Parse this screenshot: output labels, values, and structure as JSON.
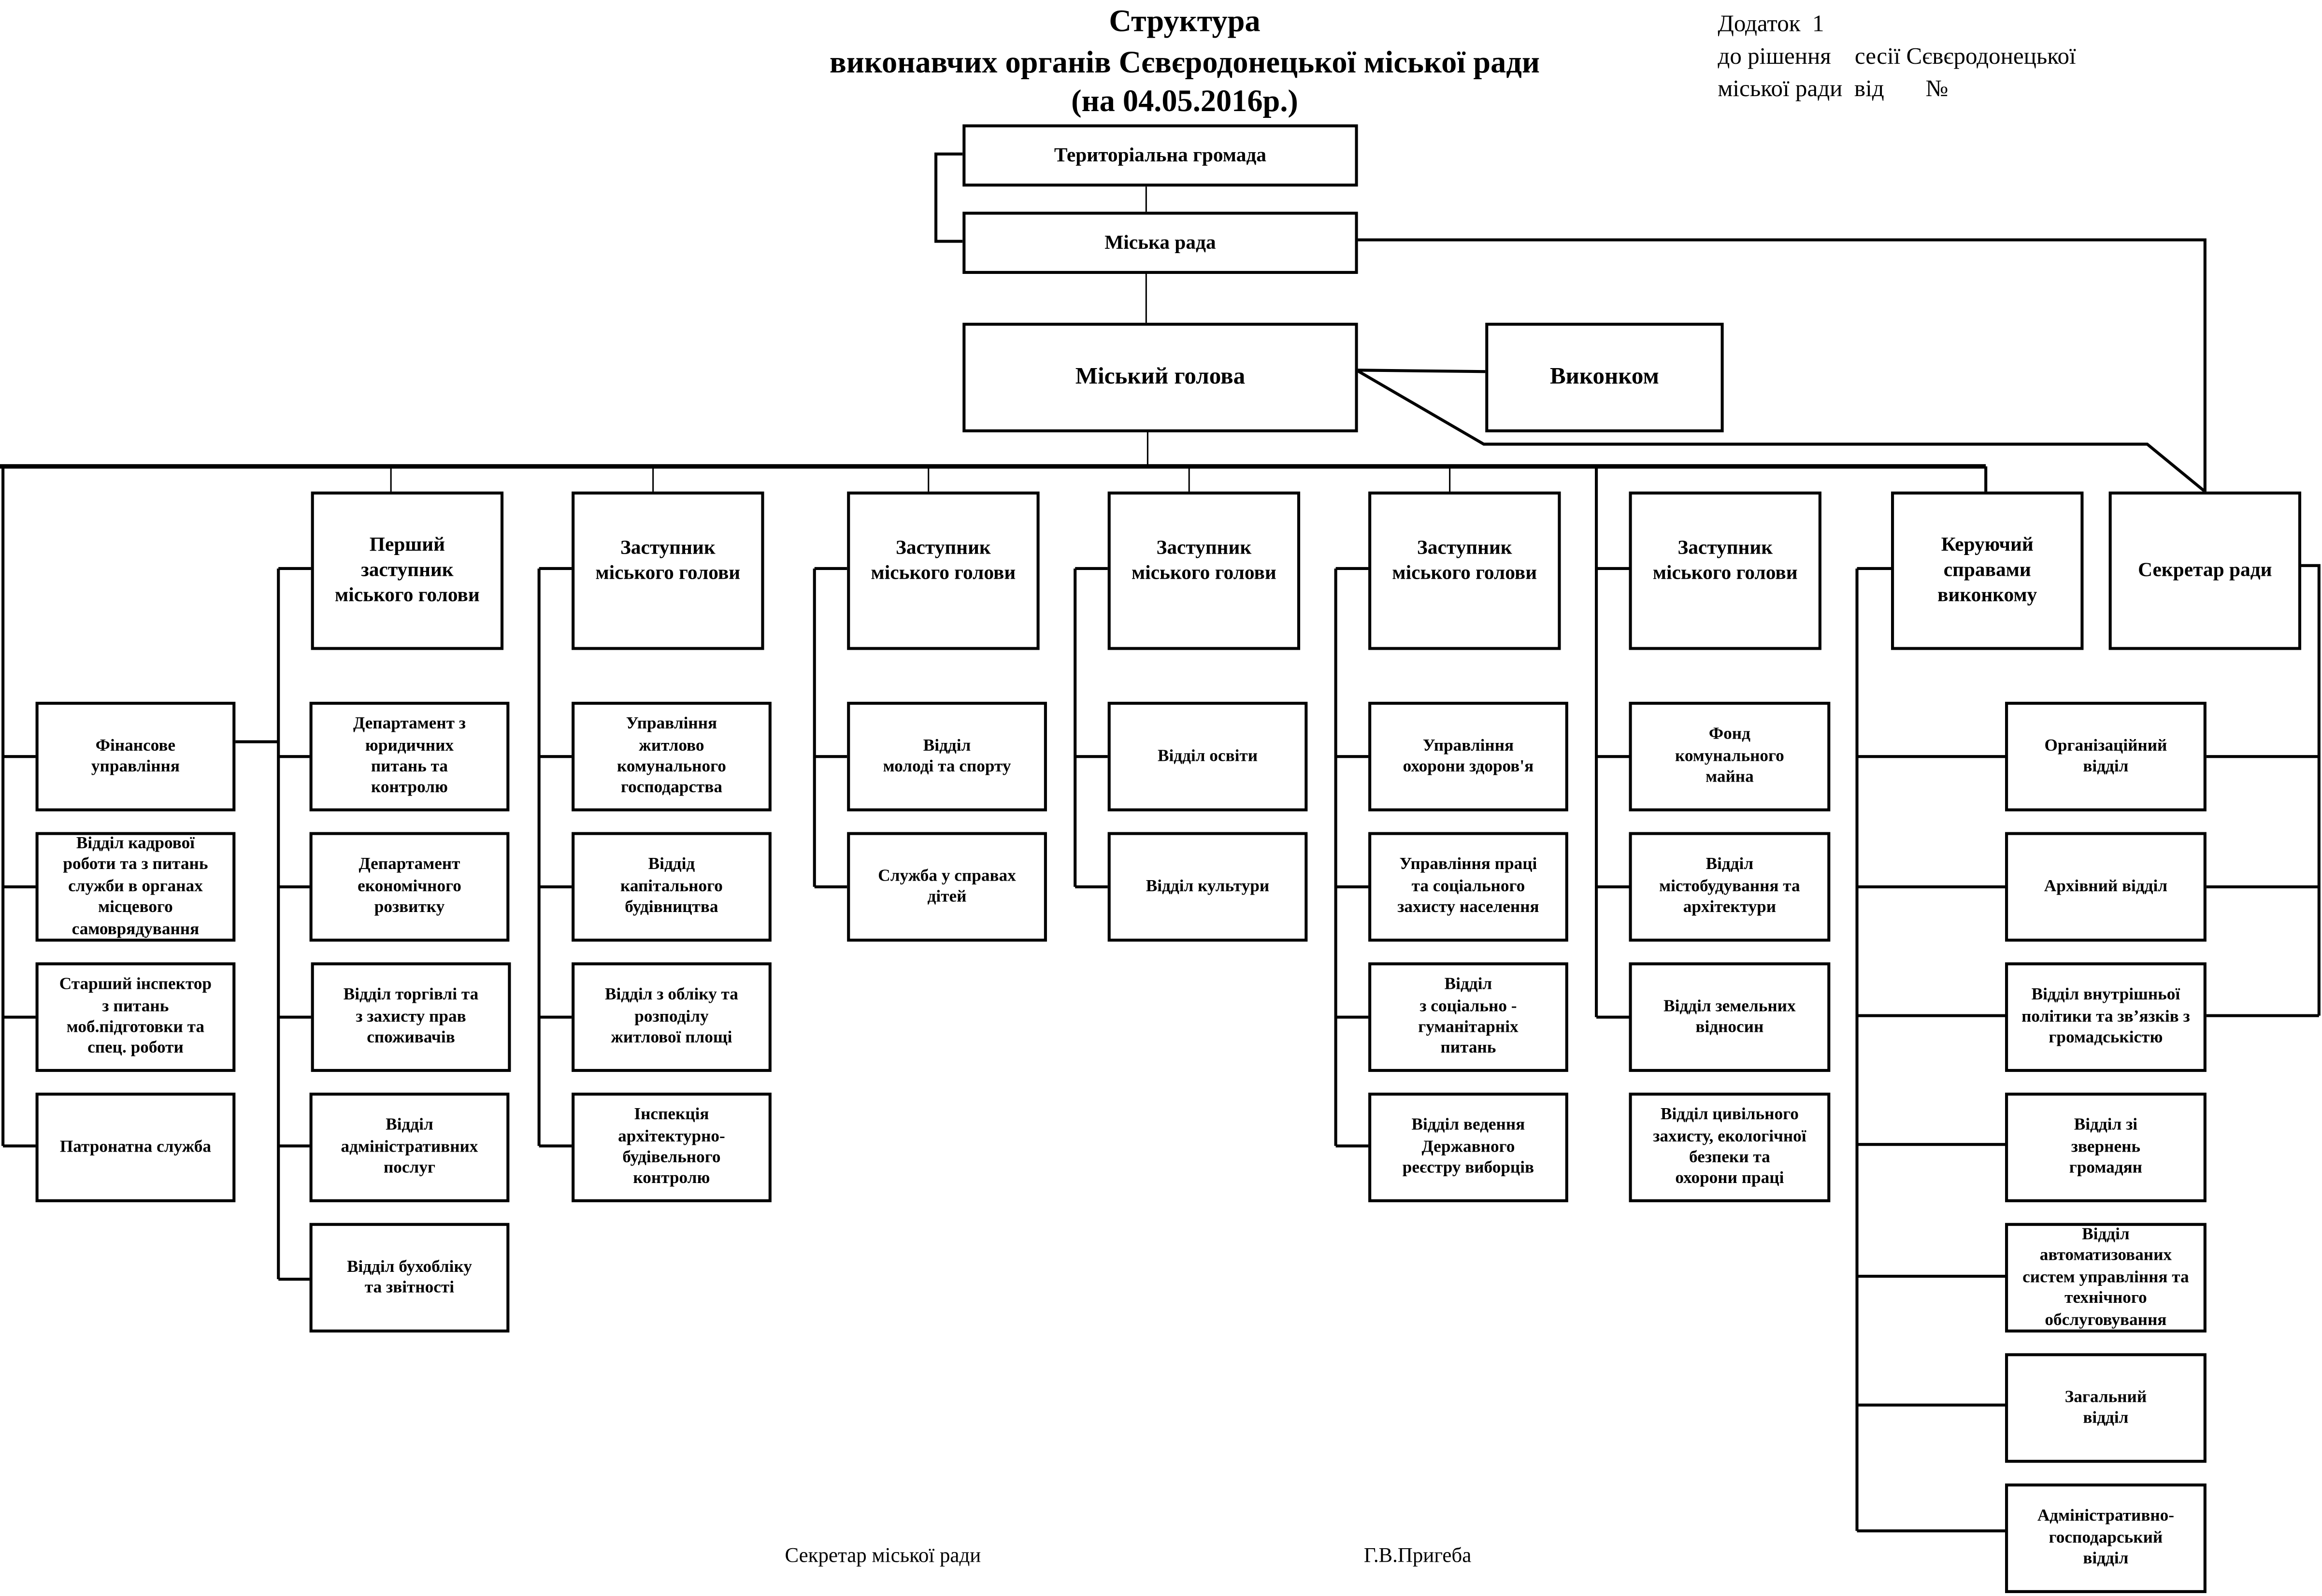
{
  "title": {
    "line1": "Структура",
    "line2": "виконавчих органів Сєвєродонецької міської ради",
    "line3": "(на 04.05.2016р.)"
  },
  "annex": {
    "line1": "Додаток  1",
    "line2": "до рішення    сесії Сєвєродонецької",
    "line3": "міської ради  від       №"
  },
  "top": {
    "community": "Територіальна громада",
    "council": "Міська рада",
    "mayor": "Міський голова",
    "executive_committee": "Виконком"
  },
  "heads": [
    "Перший\nзаступник\nміського голови",
    "Заступник\nміського голови",
    "Заступник\nміського голови",
    "Заступник\nміського голови",
    "Заступник\nміського голови",
    "Заступник\nміського голови",
    "Керуючий\nсправами\nвиконкому",
    "Секретар ради"
  ],
  "mayor_direct_units": [
    "Фінансове\nуправління",
    "Відділ кадрової\nроботи та з питань\nслужби в органах\nмісцевого\nсамоврядування",
    "Старший інспектор\nз питань\nмоб.підготовки та\nспец. роботи",
    "Патронатна служба"
  ],
  "first_deputy_units": [
    "Департамент з\nюридичних\nпитань та\nконтролю",
    "Департамент\nекономічного\nрозвитку",
    "Відділ торгівлі та\nз захисту прав\nспоживачів",
    "Відділ\nадміністративних\nпослуг",
    "Відділ бухобліку\nта звітності"
  ],
  "deputy1_units": [
    "Управління\nжитлово\nкомунального\nгосподарства",
    "Віддід\nкапітального\nбудівництва",
    "Відділ з обліку та\nрозподілу\nжитлової площі",
    "Інспекція\nархітектурно-\nбудівельного\nконтролю"
  ],
  "deputy2_units": [
    "Відділ\nмолоді  та спорту",
    "Служба у справах\nдітей"
  ],
  "deputy3_units": [
    "Відділ освіти",
    "Відділ культури"
  ],
  "deputy4_units": [
    "Управління\nохорони здоров'я",
    "Управління праці\nта соціального\nзахисту населення",
    "Відділ\nз соціально -\nгуманітарніх\nпитань",
    "Відділ ведення\nДержавного\nреєстру виборців"
  ],
  "deputy5_units": [
    "Фонд\nкомунального\nмайна",
    "Відділ\nмістобудування та\nархітектури",
    "Відділ земельних\nвідносин",
    "Відділ цивільного\nзахисту, екологічної\nбезпеки та\nохорони праці"
  ],
  "manager_units": [
    "Організаційний\nвідділ",
    "Архівний відділ",
    "Відділ внутрішньої\nполітики та зв’язків з\nгромадськістю",
    "Відділ зі\nзвернень\nгромадян",
    "Відділ\nавтоматизованих\nсистем управління та\nтехнічного\nобслуговування",
    "Загальний\nвідділ",
    "Адміністративно-\nгосподарський\nвідділ"
  ],
  "footer": {
    "position": "Секретар міської ради",
    "name": "Г.В.Пригеба"
  }
}
